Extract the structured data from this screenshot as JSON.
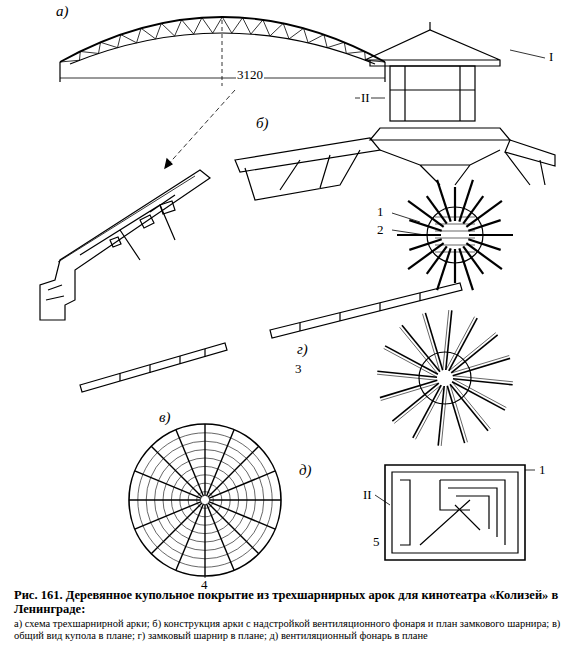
{
  "diagram": {
    "caption": "Рис. 161. Деревянное купольное покрытие из трехшарнирных арок для кинотеатра «Колизей» в Ленинграде:",
    "labels": [
      "а)",
      "3120",
      "I",
      "II",
      "б)",
      "1",
      "2",
      "в)",
      "4",
      "г)",
      "3",
      "д)",
      "II",
      "1",
      "5",
      "а) схема трехшарнирной арки; б) конструкция арки с надстройкой вентиляционного фонаря и план замкового шарнира; в) общий вид купола в плане; г) замковый шарнир в плане; д) вентиляционный фонарь в плане"
    ]
  }
}
